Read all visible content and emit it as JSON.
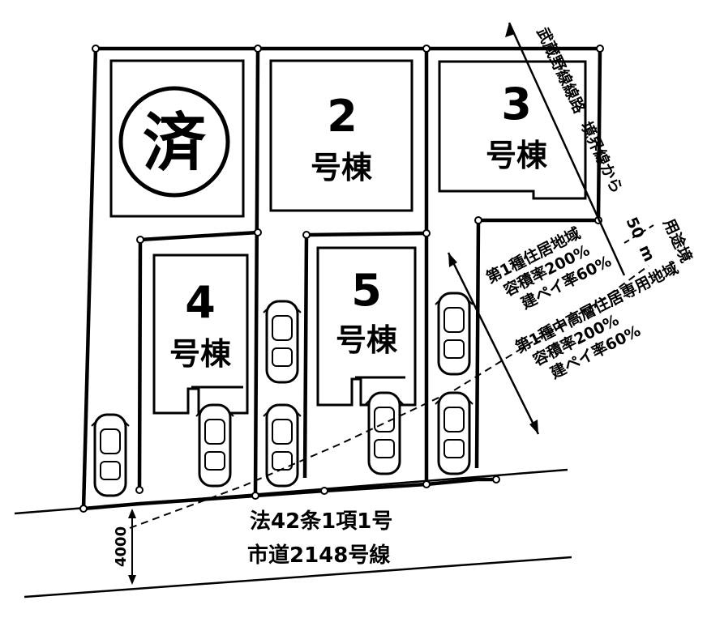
{
  "lots": [
    {
      "number": "2",
      "suffix": "号棟"
    },
    {
      "number": "3",
      "suffix": "号棟"
    },
    {
      "number": "4",
      "suffix": "号棟"
    },
    {
      "number": "5",
      "suffix": "号棟"
    }
  ],
  "sold_mark": "済",
  "rail_boundary_lines": [
    "武蔵野線線路",
    "境界線から",
    "50",
    "m"
  ],
  "use_district_label": "用途境",
  "zone_a": [
    "第1種住居地域",
    "容積率200%",
    "建ペイ率60%"
  ],
  "zone_b": [
    "第1種中高層住居専用地域",
    "容積率200%",
    "建ペイ率60%"
  ],
  "road": {
    "law": "法42条1項1号",
    "name": "市道2148号線",
    "width": "4000"
  }
}
